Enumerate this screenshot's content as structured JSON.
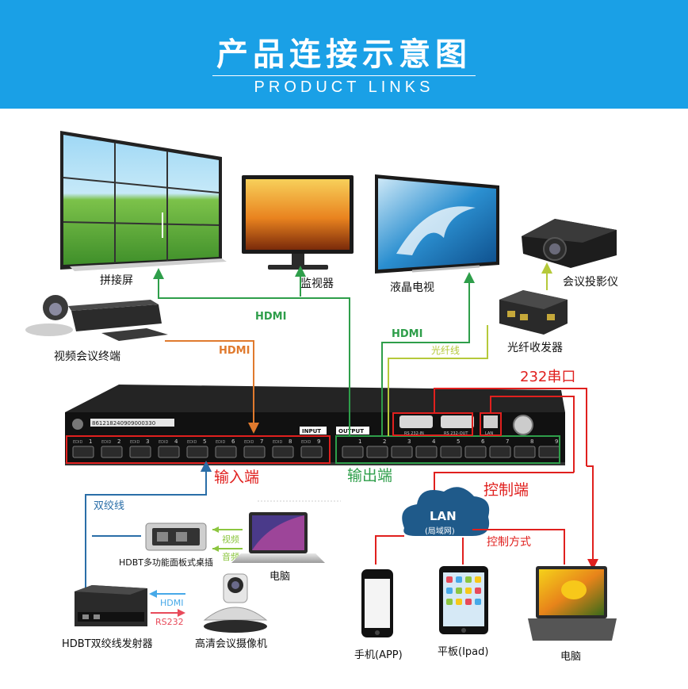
{
  "header": {
    "title": "产品连接示意图",
    "subtitle": "PRODUCT LINKS"
  },
  "devices": {
    "video_wall": "拼接屏",
    "monitor": "监视器",
    "lcd_tv": "液晶电视",
    "projector": "会议投影仪",
    "fiber_transceiver": "光纤收发器",
    "video_conference_terminal": "视频会议终端",
    "hdbt_panel_socket": "HDBT多功能面板式桌插",
    "laptop_input": "电脑",
    "hdbt_transmitter": "HDBT双绞线发射器",
    "hd_conference_camera": "高清会议摄像机",
    "phone": "手机(APP)",
    "tablet": "平板(Ipad)",
    "laptop_control": "电脑"
  },
  "links": {
    "hdmi_video_wall": "HDMI",
    "hdmi_tv": "HDMI",
    "hdmi_input": "HDMI",
    "fiber": "光纤线",
    "serial_232": "232串口",
    "twisted_pair": "双绞线",
    "video": "视频",
    "audio": "音频",
    "hdmi_transmitter": "HDMI",
    "rs232": "RS232"
  },
  "matrix": {
    "serial_number": "861218240909000330",
    "input_tag": "INPUT",
    "output_tag": "OUTPUT",
    "input_port_numbers": [
      "1",
      "2",
      "3",
      "4",
      "5",
      "6",
      "7",
      "8",
      "9"
    ],
    "output_port_numbers": [
      "1",
      "2",
      "3",
      "4",
      "5",
      "6",
      "7",
      "8",
      "9"
    ],
    "edid_label": "EDID",
    "rs232_in_label": "RS 232-IN",
    "rs232_out_label": "RS 232-OUT",
    "lan_port_label": "LAN"
  },
  "sections": {
    "input_end": "输入端",
    "output_end": "输出端",
    "control_end": "控制端",
    "control_method": "控制方式"
  },
  "lan": {
    "title": "LAN",
    "subtitle": "(局域网)"
  },
  "colors": {
    "banner": "#1aa0e6",
    "hdmi_green": "#2e9e4a",
    "hdmi_orange": "#e07a2e",
    "fiber_yellow_green": "#b5c93a",
    "control_red": "#e0201e",
    "twisted_pair_blue": "#2a6ea8",
    "hdmi_blue_arrow": "#47a9e8",
    "rs232_red_arrow": "#e84a5a"
  }
}
